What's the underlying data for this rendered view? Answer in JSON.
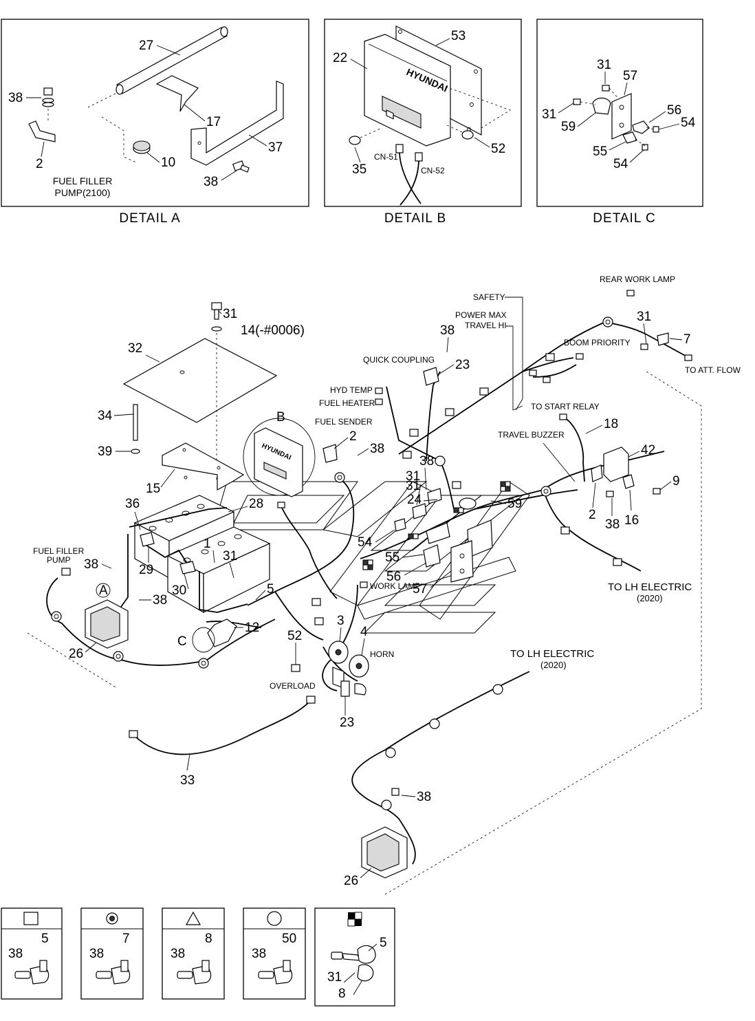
{
  "details": [
    {
      "title": "DETAIL  A",
      "note": "FUEL FILLER\nPUMP(2100)",
      "parts": [
        "27",
        "38",
        "17",
        "37",
        "2",
        "10",
        "38"
      ]
    },
    {
      "title": "DETAIL  B",
      "brand": "HYUNDAI",
      "connectors": [
        "CN-51",
        "CN-52"
      ],
      "parts": [
        "22",
        "53",
        "35",
        "52"
      ]
    },
    {
      "title": "DETAIL  C",
      "parts": [
        "31",
        "57",
        "31",
        "56",
        "59",
        "54",
        "55",
        "54"
      ]
    }
  ],
  "main_labels": {
    "rear_work_lamp": "REAR WORK LAMP",
    "safety": "SAFETY",
    "power_max": "POWER MAX",
    "travel_hi": "TRAVEL HI",
    "boom_priority": "BOOM PRIORITY",
    "to_att_flow": "TO ATT. FLOW",
    "quick_coupling": "QUICK COUPLING",
    "hyd_temp": "HYD TEMP",
    "fuel_heater": "FUEL HEATER",
    "fuel_sender": "FUEL SENDER",
    "to_start_relay": "TO START RELAY",
    "travel_buzzer": "TRAVEL BUZZER",
    "to_lh_electric_1": "TO LH ELECTRIC",
    "to_lh_electric_1b": "(2020)",
    "to_lh_electric_2": "TO LH ELECTRIC",
    "to_lh_electric_2b": "(2020)",
    "fuel_filler_pump_1": "FUEL FILLER",
    "fuel_filler_pump_2": "PUMP",
    "work_lamp": "WORK LAMP",
    "horn": "HORN",
    "overload": "OVERLOAD",
    "serial_note": "14(-#0006)",
    "callout_a": "A",
    "callout_b": "B",
    "callout_c": "C"
  },
  "part_numbers": [
    "31",
    "32",
    "34",
    "39",
    "15",
    "36",
    "28",
    "29",
    "30",
    "1",
    "31",
    "5",
    "12",
    "26",
    "38",
    "38",
    "38",
    "2",
    "38",
    "23",
    "38",
    "31",
    "31",
    "24",
    "59",
    "54",
    "55",
    "56",
    "57",
    "52",
    "3",
    "4",
    "23",
    "33",
    "18",
    "42",
    "9",
    "16",
    "38",
    "2",
    "7",
    "31",
    "26",
    "38"
  ],
  "legend": [
    {
      "symbol": "square",
      "parts": [
        "38",
        "5"
      ]
    },
    {
      "symbol": "circle-dot",
      "parts": [
        "38",
        "7"
      ]
    },
    {
      "symbol": "triangle",
      "parts": [
        "38",
        "8"
      ]
    },
    {
      "symbol": "circle",
      "parts": [
        "38",
        "50"
      ]
    },
    {
      "symbol": "checker",
      "parts": [
        "5",
        "31",
        "8"
      ]
    }
  ]
}
